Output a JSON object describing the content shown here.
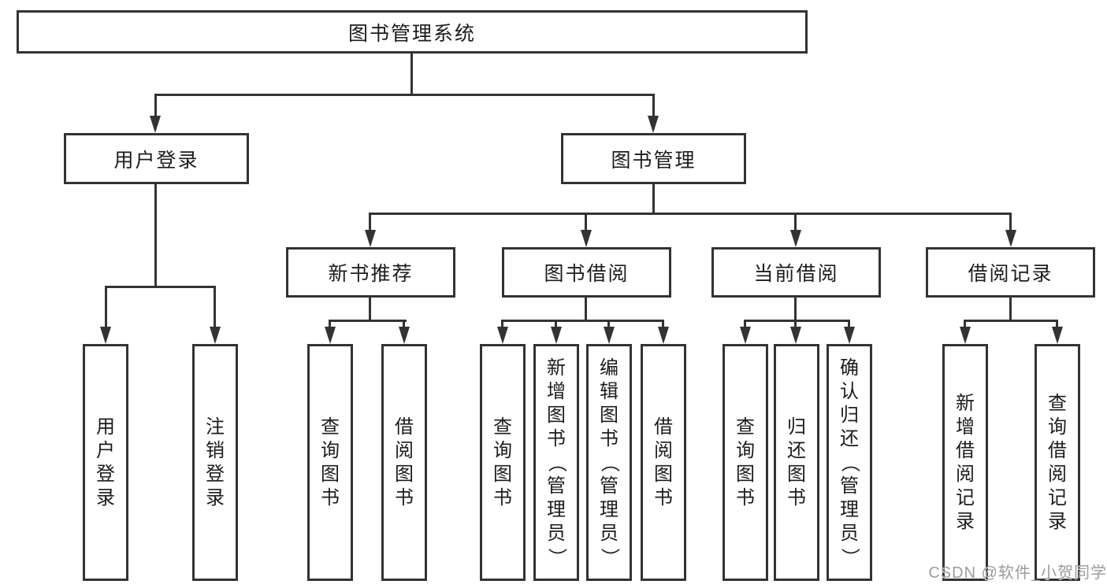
{
  "tree": {
    "root": {
      "label": "图书管理系统"
    },
    "children": [
      {
        "label": "用户登录",
        "children": [
          {
            "label": "用户登录"
          },
          {
            "label": "注销登录"
          }
        ]
      },
      {
        "label": "图书管理",
        "children": [
          {
            "label": "新书推荐",
            "children": [
              {
                "label": "查询图书"
              },
              {
                "label": "借阅图书"
              }
            ]
          },
          {
            "label": "图书借阅",
            "children": [
              {
                "label": "查询图书"
              },
              {
                "label": "新增图书（管理员）"
              },
              {
                "label": "编辑图书（管理员）"
              },
              {
                "label": "借阅图书"
              }
            ]
          },
          {
            "label": "当前借阅",
            "children": [
              {
                "label": "查询图书"
              },
              {
                "label": "归还图书"
              },
              {
                "label": "确认归还（管理员）"
              }
            ]
          },
          {
            "label": "借阅记录",
            "children": [
              {
                "label": "新增借阅记录"
              },
              {
                "label": "查询借阅记录"
              }
            ]
          }
        ]
      }
    ]
  },
  "watermark": "CSDN @软件_小贺同学",
  "colors": {
    "line": "#333333",
    "text": "#1c1c1c",
    "background": "#ffffff",
    "watermark": "#969696"
  }
}
